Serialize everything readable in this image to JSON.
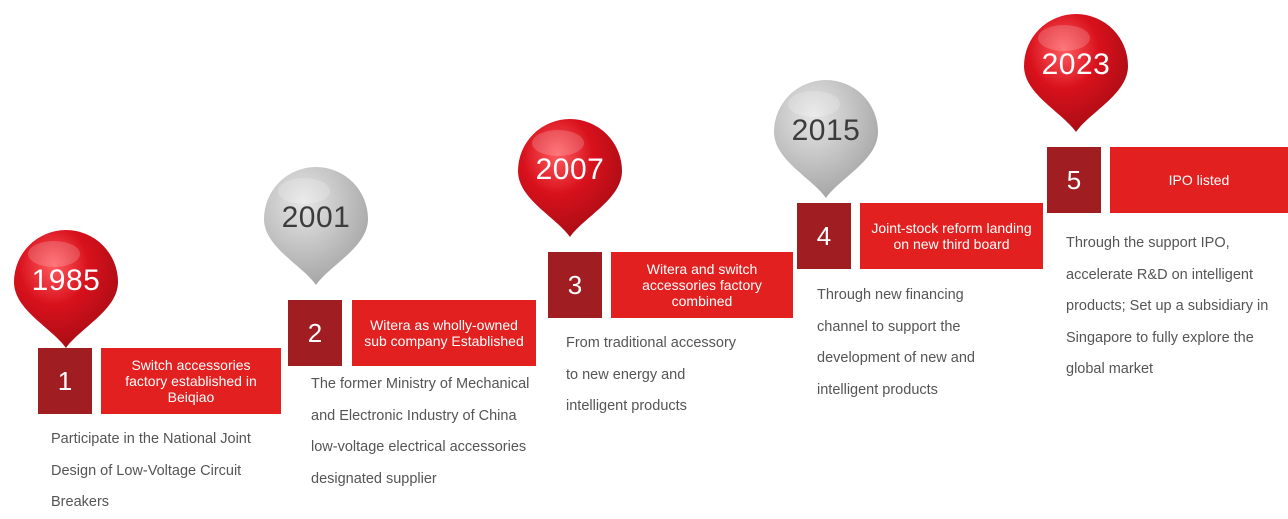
{
  "milestones": [
    {
      "year": "1985",
      "number": "1",
      "label": "Switch accessories factory established in Beiqiao",
      "description": "Participate in the National Joint Design of Low-Voltage Circuit Breakers",
      "pin_color": "red"
    },
    {
      "year": "2001",
      "number": "2",
      "label": "Witera as wholly-owned sub company Established",
      "description": "The former Ministry of Mechanical and Electronic Industry of China low-voltage electrical accessories designated supplier",
      "pin_color": "grey"
    },
    {
      "year": "2007",
      "number": "3",
      "label": "Witera and switch accessories factory combined",
      "description": "From traditional accessory to new energy and intelligent products",
      "pin_color": "red"
    },
    {
      "year": "2015",
      "number": "4",
      "label": "Joint-stock reform landing on new third board",
      "description": "Through new financing channel to support the development of new and intelligent products",
      "pin_color": "grey"
    },
    {
      "year": "2023",
      "number": "5",
      "label": "IPO listed",
      "description": "Through the support IPO, accelerate R&D on intelligent products; Set up a subsidiary in Singapore to fully explore the global market",
      "pin_color": "red"
    }
  ],
  "colors": {
    "pin_red": "#d8111c",
    "pin_grey": "#c4c4c4",
    "number_box": "#a01d22",
    "label_box": "#e2201f",
    "description_text": "#555555"
  }
}
